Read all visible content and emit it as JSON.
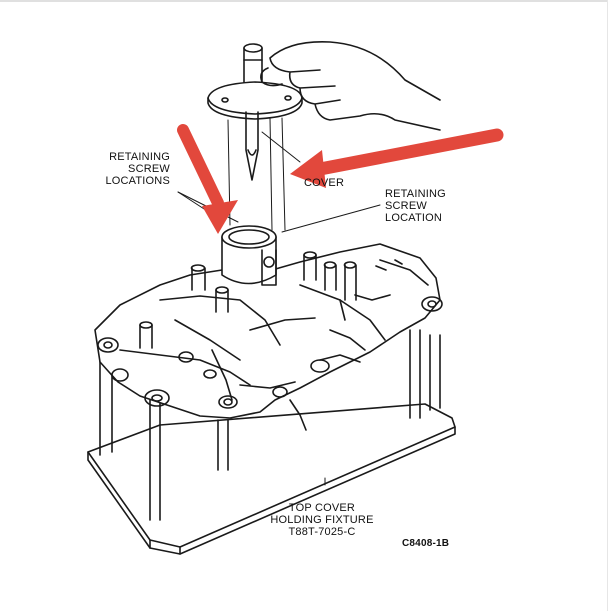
{
  "labels": {
    "retaining_screw_locations": [
      "RETAINING",
      "SCREW",
      "LOCATIONS"
    ],
    "cover": [
      "COVER"
    ],
    "retaining_screw_location": [
      "RETAINING",
      "SCREW",
      "LOCATION"
    ],
    "holding_fixture": [
      "TOP COVER",
      "HOLDING FIXTURE",
      "T88T-7025-C"
    ],
    "figure_code": "C8408-1B"
  },
  "colors": {
    "line_art": "#1a1a1a",
    "arrow": "#e2483c",
    "background": "#ffffff"
  }
}
